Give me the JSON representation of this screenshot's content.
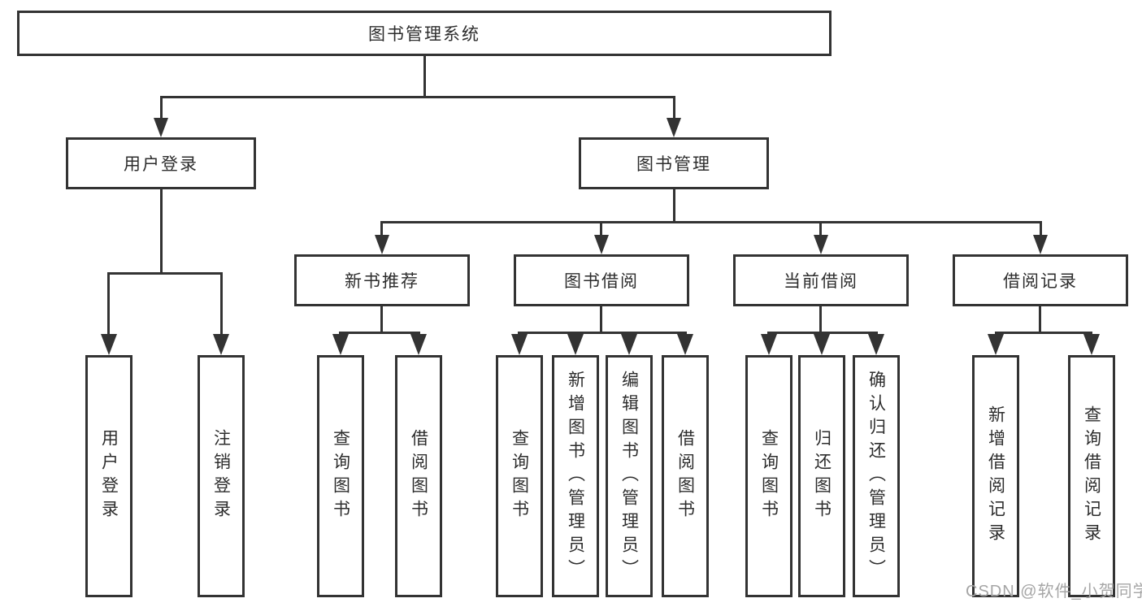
{
  "tree": {
    "root": "图书管理系统",
    "children": [
      {
        "label": "用户登录",
        "children": [
          "用户登录",
          "注销登录"
        ]
      },
      {
        "label": "图书管理",
        "children": [
          {
            "label": "新书推荐",
            "children": [
              "查询图书",
              "借阅图书"
            ]
          },
          {
            "label": "图书借阅",
            "children": [
              "查询图书",
              "新增图书（管理员）",
              "编辑图书（管理员）",
              "借阅图书"
            ]
          },
          {
            "label": "当前借阅",
            "children": [
              "查询图书",
              "归还图书",
              "确认归还（管理员）"
            ]
          },
          {
            "label": "借阅记录",
            "children": [
              "新增借阅记录",
              "查询借阅记录"
            ]
          }
        ]
      }
    ]
  },
  "watermark": {
    "text": "CSDN @软件_小贺同学"
  },
  "colors": {
    "line": "#333333",
    "box_border": "#333333",
    "box_background": "#ffffff",
    "text": "#2d2d2d",
    "watermark": "#a6a6a6",
    "page_background": "#ffffff"
  }
}
